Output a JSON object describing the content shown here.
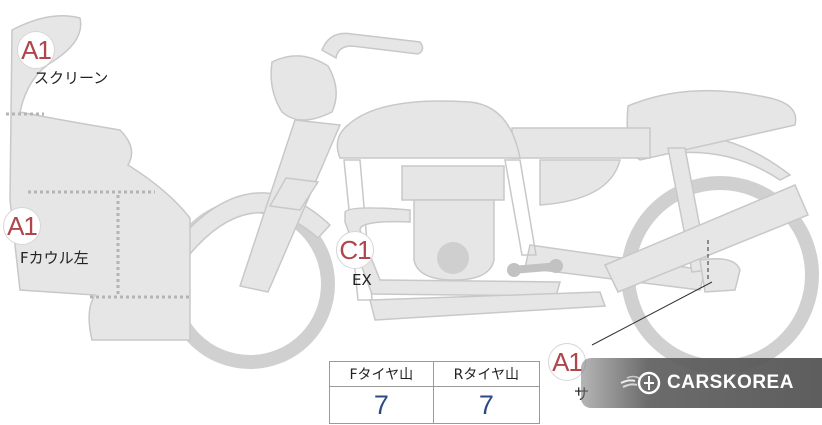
{
  "markers": [
    {
      "id": "screen",
      "code": "A1",
      "label": "スクリーン"
    },
    {
      "id": "fcowl",
      "code": "A1",
      "label": "Fカウル左"
    },
    {
      "id": "ex",
      "code": "C1",
      "label": "EX"
    },
    {
      "id": "side",
      "code": "A1",
      "label": "サ"
    }
  ],
  "tread_table": {
    "headers": [
      "Fタイヤ山",
      "Rタイヤ山"
    ],
    "values": [
      "7",
      "7"
    ]
  },
  "brand": {
    "name": "CARSKOREA",
    "logo_icon": "carskorea-flame-logo-icon"
  },
  "colors": {
    "marker_text": "#b0464c",
    "value_text": "#2c4a86",
    "part_fill": "#e6e6e6",
    "part_stroke": "#c8c8c8"
  }
}
